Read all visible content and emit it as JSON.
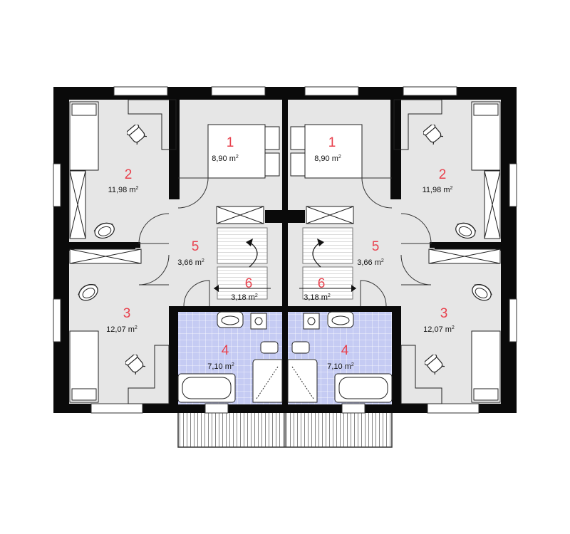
{
  "colors": {
    "wall": "#0a0a0a",
    "room_fill": "#e6e6e6",
    "bath_fill": "#c5cbf3",
    "bath_grid": "#ffffff",
    "label_red": "#e8414d",
    "line": "#333333"
  },
  "area_unit": "m",
  "area_unit_exp": "2",
  "units": [
    {
      "name": "left-unit",
      "rooms": [
        {
          "num": "1",
          "area": "8,90"
        },
        {
          "num": "2",
          "area": "11,98"
        },
        {
          "num": "3",
          "area": "12,07"
        },
        {
          "num": "4",
          "area": "7,10"
        },
        {
          "num": "5",
          "area": "3,66"
        },
        {
          "num": "6",
          "area": "3,18"
        }
      ]
    },
    {
      "name": "right-unit",
      "rooms": [
        {
          "num": "1",
          "area": "8,90"
        },
        {
          "num": "2",
          "area": "11,98"
        },
        {
          "num": "3",
          "area": "12,07"
        },
        {
          "num": "4",
          "area": "7,10"
        },
        {
          "num": "5",
          "area": "3,66"
        },
        {
          "num": "6",
          "area": "3,18"
        }
      ]
    }
  ],
  "icons": [
    "bed-icon",
    "wardrobe-icon",
    "chair-icon",
    "armchair-icon",
    "sink-icon",
    "toilet-icon",
    "bathtub-icon",
    "shower-icon",
    "staircase-icon",
    "window-icon",
    "door-icon",
    "balcony-icon"
  ]
}
